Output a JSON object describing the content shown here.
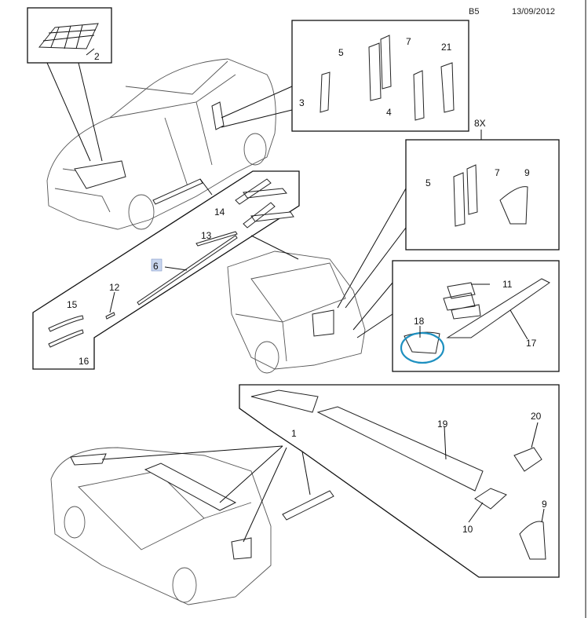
{
  "header": {
    "page_code": "B5",
    "date": "13/09/2012"
  },
  "highlight_color": "#c9d6ee",
  "selection_ring_color": "#1e90c0",
  "callouts": {
    "c2": "2",
    "c3": "3",
    "c5a": "5",
    "c7a": "7",
    "c21": "21",
    "c4": "4",
    "c8x": "8X",
    "c5b": "5",
    "c7b": "7",
    "c9a": "9",
    "c14": "14",
    "c13": "13",
    "c6": "6",
    "c12": "12",
    "c15": "15",
    "c16": "16",
    "c11": "11",
    "c18": "18",
    "c17": "17",
    "c1": "1",
    "c19": "19",
    "c20": "20",
    "c10": "10",
    "c9b": "9"
  }
}
